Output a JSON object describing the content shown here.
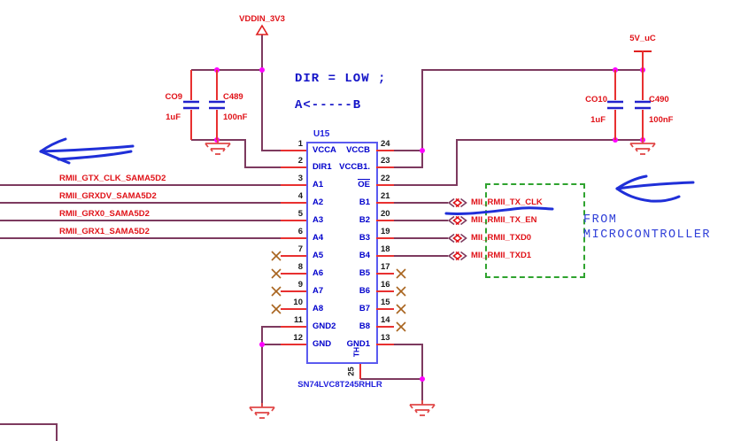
{
  "annotations": {
    "dir_note": "DIR = LOW ;",
    "direction_note": "A<-----B",
    "from_line1": "FROM",
    "from_line2": "MICROCONTROLLER"
  },
  "power": {
    "vddin_label": "VDDIN_3V3",
    "v5_label": "5V_uC"
  },
  "capacitors": [
    {
      "ref": "CO9",
      "value": "1uF"
    },
    {
      "ref": "C489",
      "value": "100nF"
    },
    {
      "ref": "CO10",
      "value": "1uF"
    },
    {
      "ref": "C490",
      "value": "100nF"
    }
  ],
  "ic": {
    "refdes": "U15",
    "part_number": "SN74LVC8T245RHLR",
    "pad_pin": {
      "number": "25",
      "name": "TH"
    },
    "left_pins": [
      {
        "number": "1",
        "name": "VCCA"
      },
      {
        "number": "2",
        "name": "DIR1"
      },
      {
        "number": "3",
        "name": "A1"
      },
      {
        "number": "4",
        "name": "A2"
      },
      {
        "number": "5",
        "name": "A3"
      },
      {
        "number": "6",
        "name": "A4"
      },
      {
        "number": "7",
        "name": "A5",
        "nc": true
      },
      {
        "number": "8",
        "name": "A6",
        "nc": true
      },
      {
        "number": "9",
        "name": "A7",
        "nc": true
      },
      {
        "number": "10",
        "name": "A8",
        "nc": true
      },
      {
        "number": "11",
        "name": "GND2"
      },
      {
        "number": "12",
        "name": "GND"
      }
    ],
    "right_pins": [
      {
        "number": "24",
        "name": "VCCB"
      },
      {
        "number": "23",
        "name": "VCCB1."
      },
      {
        "number": "22",
        "name": "OE",
        "overline": true
      },
      {
        "number": "21",
        "name": "B1"
      },
      {
        "number": "20",
        "name": "B2"
      },
      {
        "number": "19",
        "name": "B3"
      },
      {
        "number": "18",
        "name": "B4"
      },
      {
        "number": "17",
        "name": "B5",
        "nc": true
      },
      {
        "number": "16",
        "name": "B6",
        "nc": true
      },
      {
        "number": "15",
        "name": "B7",
        "nc": true
      },
      {
        "number": "14",
        "name": "B8",
        "nc": true
      },
      {
        "number": "13",
        "name": "GND1"
      }
    ]
  },
  "left_nets": [
    "RMII_GTX_CLK_SAMA5D2",
    "RMII_GRXDV_SAMA5D2",
    "RMII_GRX0_SAMA5D2",
    "RMII_GRX1_SAMA5D2"
  ],
  "right_nets": [
    "MII_RMII_TX_CLK",
    "MII_RMII_TX_EN",
    "MII_RMII_TXD0",
    "MII_RMII_TXD1"
  ],
  "colors": {
    "wire": "#7d3a5f",
    "pin_stub": "#e83030",
    "net_label": "#e01218",
    "blue_text": "#0000cc",
    "ic_border": "#5b5bf0",
    "annotation_blue": "#1f2fd8",
    "green_box": "#2fa32f",
    "junction": "#ff00ff",
    "nc_x": "#a8641e",
    "ground_red": "#e04848",
    "power_red": "#e02020"
  }
}
